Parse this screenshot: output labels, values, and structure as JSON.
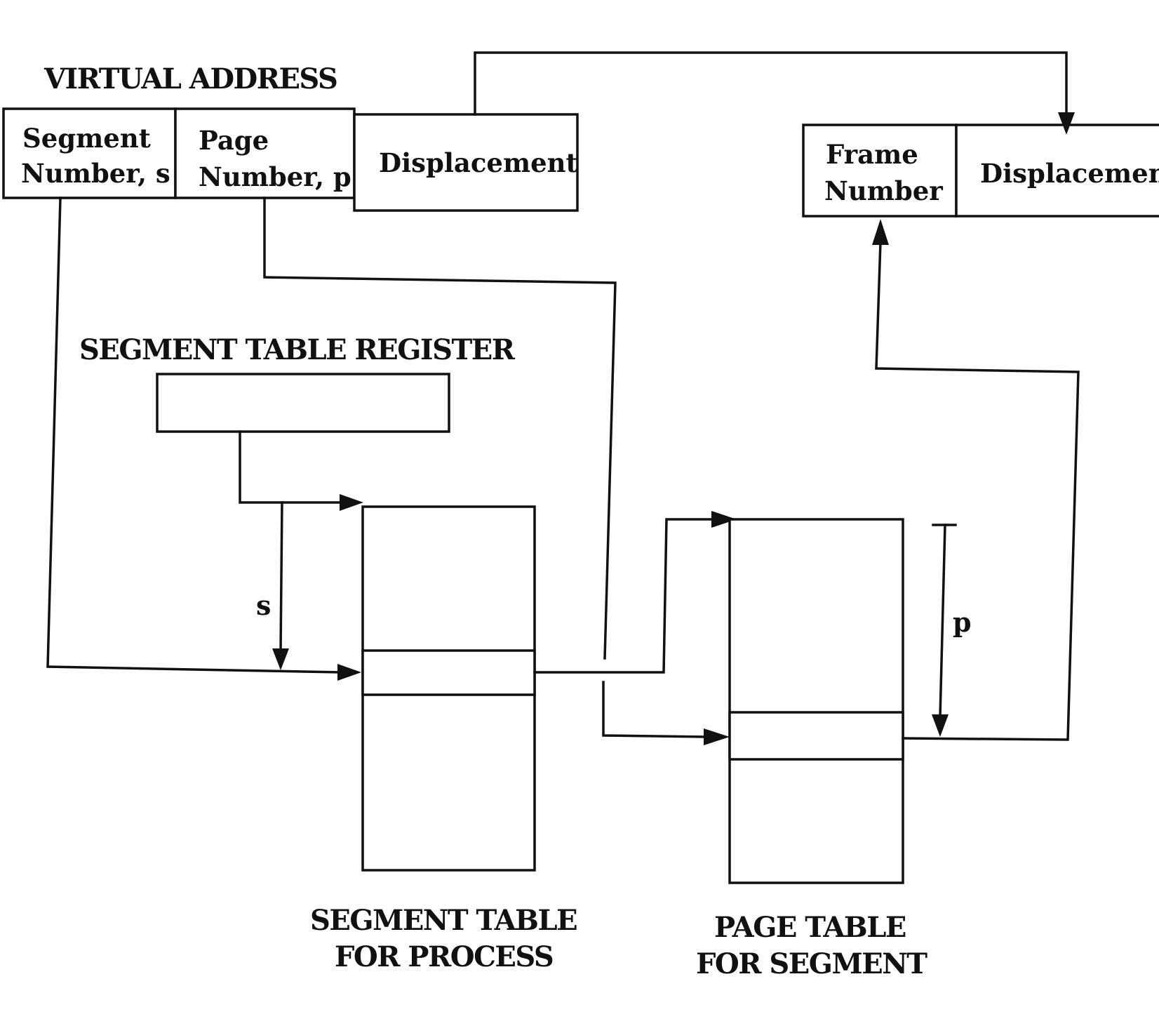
{
  "virtual_address": {
    "title": "VIRTUAL ADDRESS",
    "segment_line1": "Segment",
    "segment_line2": "Number, s",
    "page_line1": "Page",
    "page_line2": "Number, p",
    "displacement": "Displacement"
  },
  "physical_address": {
    "frame_line1": "Frame",
    "frame_line2": "Number",
    "displacement": "Displacemen"
  },
  "segment_table_register": {
    "title": "SEGMENT TABLE REGISTER"
  },
  "segment_table": {
    "label_line1": "SEGMENT TABLE",
    "label_line2": "FOR PROCESS",
    "offset_label": "s"
  },
  "page_table": {
    "label_line1": "PAGE TABLE",
    "label_line2": "FOR SEGMENT",
    "offset_label": "p"
  }
}
